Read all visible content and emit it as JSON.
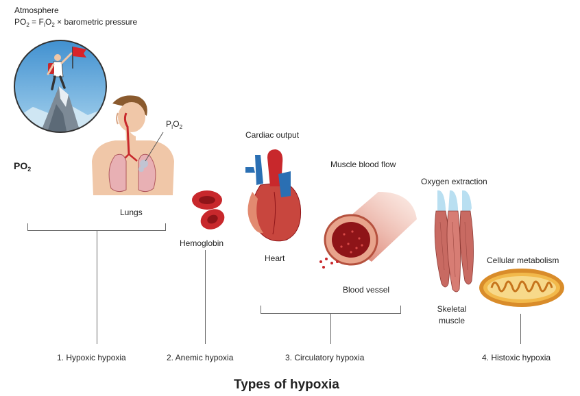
{
  "header": {
    "atmosphere": "Atmosphere",
    "formula": {
      "po": "PO",
      "po_sub": "2",
      "eq": " = F",
      "fi_sub": "I",
      "o": "O",
      "o_sub": "2",
      "rest": " × barometric pressure"
    }
  },
  "po2_label": {
    "text": "PO",
    "sub": "2"
  },
  "pio2_label": {
    "p": "P",
    "p_sub": "I",
    "o": "O",
    "o_sub": "2"
  },
  "labels": {
    "lungs": "Lungs",
    "hemoglobin": "Hemoglobin",
    "cardiac_output": "Cardiac output",
    "heart": "Heart",
    "muscle_blood_flow": "Muscle blood flow",
    "blood_vessel": "Blood vessel",
    "oxygen_extraction": "Oxygen extraction",
    "skeletal": "Skeletal",
    "muscle": "muscle",
    "cellular_metabolism": "Cellular metabolism"
  },
  "types": [
    "1. Hypoxic hypoxia",
    "2. Anemic hypoxia",
    "3. Circulatory hypoxia",
    "4. Histoxic hypoxia"
  ],
  "title": "Types of hypoxia",
  "colors": {
    "line": "#666666",
    "blood_red": "#c8282c",
    "flag_red": "#d9232a",
    "sky": "#4b9fd5",
    "vessel_blue": "#2a6fb3",
    "mito_orange": "#e8a13a",
    "skin": "#f0c7a8"
  }
}
